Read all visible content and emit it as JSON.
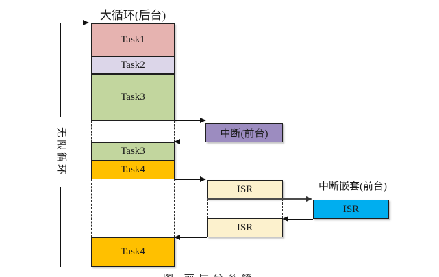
{
  "title": "大循环(后台)",
  "loop_label": "无限循环",
  "background": {
    "blocks": [
      {
        "id": "task1",
        "label": "Task1",
        "color": "#E6B3B0"
      },
      {
        "id": "task2",
        "label": "Task2",
        "color": "#DCD6E9"
      },
      {
        "id": "task3",
        "label": "Task3",
        "color": "#C2D69E"
      },
      {
        "id": "task3-resumed",
        "label": "Task3",
        "color": "#C2D69E"
      },
      {
        "id": "task4",
        "label": "Task4",
        "color": "#FFC000"
      },
      {
        "id": "task4-resumed",
        "label": "Task4",
        "color": "#FFC000"
      }
    ]
  },
  "foreground": {
    "interrupt": {
      "label": "中断(前台)",
      "color": "#9C8CC0"
    },
    "isr_first": {
      "label": "ISR",
      "color": "#FCF1CD"
    },
    "isr_second": {
      "label": "ISR",
      "color": "#FCF1CD"
    },
    "nested": {
      "title": "中断嵌套(前台)",
      "isr": {
        "label": "ISR",
        "color": "#00AEEF"
      }
    }
  },
  "caption_fragment": "图 前后台系统",
  "colors": {
    "border": "#1f1f1f",
    "arrow": "#111111",
    "gray_line": "#4d4d4d",
    "dashed": "#2a2a2a"
  }
}
